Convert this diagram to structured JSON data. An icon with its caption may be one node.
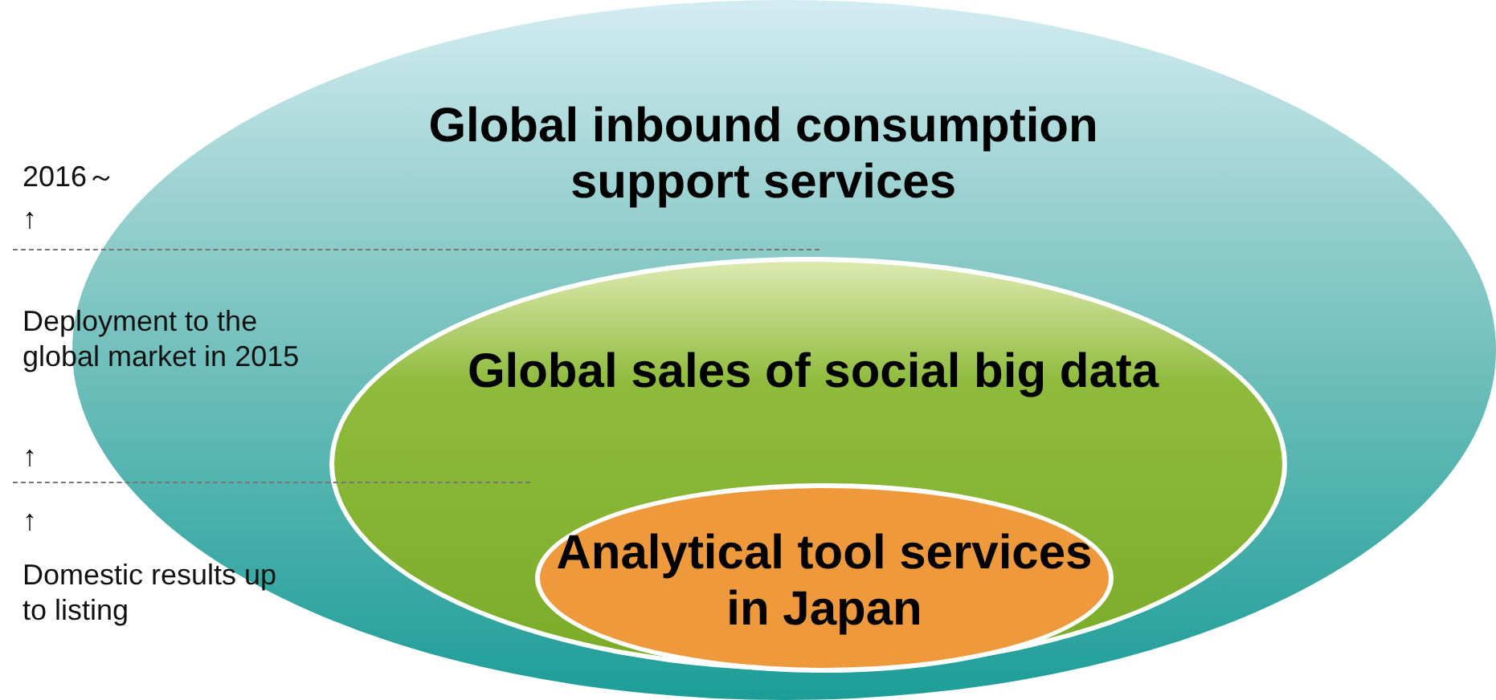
{
  "diagram": {
    "nodes": [
      {
        "text": [
          "Global inbound consumption support services"
        ]
      },
      {
        "text": [
          "Global sales of social big data"
        ],
        "in": 0
      },
      {
        "text": [
          "Analytical tool services in Japan"
        ],
        "in": 1
      }
    ],
    "labels": [
      "2016～",
      "↑",
      "Deployment to the global market in 2015",
      "↑",
      "↑",
      "Domestic results up to listing"
    ]
  }
}
